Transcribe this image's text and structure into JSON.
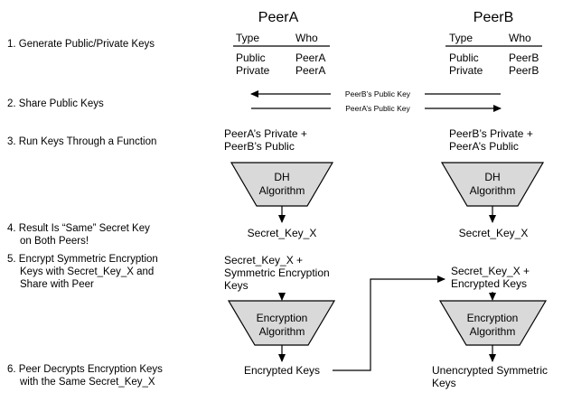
{
  "peers": {
    "a": "PeerA",
    "b": "PeerB"
  },
  "steps": {
    "s1": "1. Generate Public/Private Keys",
    "s2": "2. Share Public Keys",
    "s3": "3. Run Keys Through a Function",
    "s4_line1": "4. Result Is “Same” Secret Key",
    "s4_line2": "on Both Peers!",
    "s5_line1": "5. Encrypt Symmetric Encryption",
    "s5_line2": "Keys with Secret_Key_X and",
    "s5_line3": "Share with Peer",
    "s6_line1": "6. Peer Decrypts Encryption Keys",
    "s6_line2": "with the Same Secret_Key_X"
  },
  "key_tables": {
    "headers": {
      "type": "Type",
      "who": "Who"
    },
    "peerA": [
      {
        "type": "Public",
        "who": "PeerA"
      },
      {
        "type": "Private",
        "who": "PeerA"
      }
    ],
    "peerB": [
      {
        "type": "Public",
        "who": "PeerB"
      },
      {
        "type": "Private",
        "who": "PeerB"
      }
    ]
  },
  "exchange": {
    "to_a": "PeerB’s Public Key",
    "to_b": "PeerA’s Public Key"
  },
  "inputs": {
    "a_line1": "PeerA’s Private +",
    "a_line2": "PeerB’s Public",
    "b_line1": "PeerB’s Private +",
    "b_line2": "PeerA’s Public"
  },
  "dh": {
    "line1": "DH",
    "line2": "Algorithm"
  },
  "secret": {
    "a": "Secret_Key_X",
    "b": "Secret_Key_X"
  },
  "enc_input": {
    "a_line1": "Secret_Key_X +",
    "a_line2": "Symmetric Encryption",
    "a_line3": "Keys",
    "b_line1": "Secret_Key_X +",
    "b_line2": "Encrypted Keys"
  },
  "enc_algo": {
    "line1": "Encryption",
    "line2": "Algorithm"
  },
  "outputs": {
    "a": "Encrypted Keys",
    "b_line1": "Unencrypted Symmetric",
    "b_line2": "Keys"
  }
}
